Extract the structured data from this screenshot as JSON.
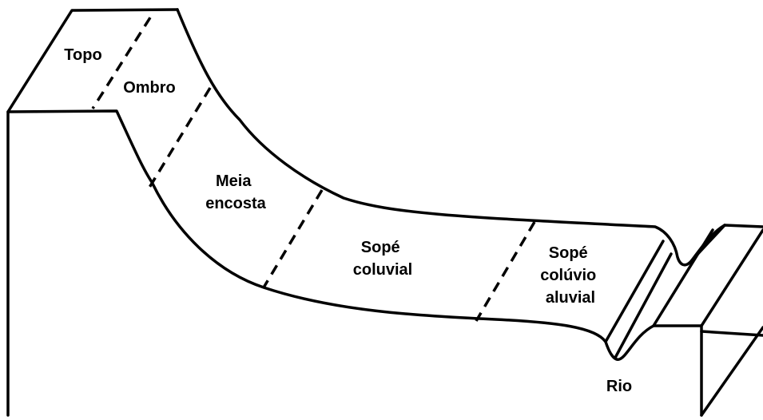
{
  "zones": {
    "topo": "Topo",
    "ombro": "Ombro",
    "meia_encosta": [
      "Meia",
      "encosta"
    ],
    "sope_coluvial": [
      "Sopé",
      "coluvial"
    ],
    "sope_coluvio_aluvial": [
      "Sopé",
      "colúvio",
      "aluvial"
    ],
    "rio": "Rio"
  },
  "colors": {
    "line": "#000000",
    "background": "#ffffff"
  }
}
